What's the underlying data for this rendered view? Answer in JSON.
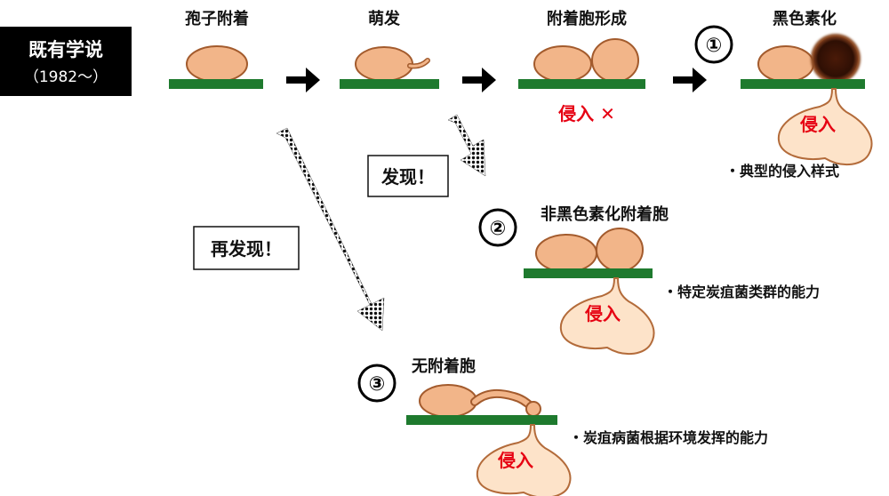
{
  "legacy_box": {
    "line1": "既有学说",
    "line2": "（1982～）"
  },
  "stages": [
    {
      "title": "孢子附着"
    },
    {
      "title": "萌发"
    },
    {
      "title": "附着胞形成",
      "note": "侵入 ✕"
    },
    {
      "marker": "①",
      "title": "黑色素化",
      "note": "・典型的侵入样式"
    }
  ],
  "branch2": {
    "marker": "②",
    "title": "非黑色素化附着胞",
    "note": "・特定炭疽菌类群的能力"
  },
  "branch3": {
    "marker": "③",
    "title": "无附着胞",
    "note": "・炭疽病菌根据环境发挥的能力"
  },
  "invasion_label": "侵入",
  "discover_labels": {
    "found": "发现！",
    "refound": "再发现！"
  },
  "colors": {
    "spore_fill": "#f2b589",
    "spore_stroke": "#a35b2d",
    "leaf": "#1e7a2e",
    "melanin": "#3a1405",
    "invasion_fill": "#fde3c9",
    "accent_red": "#e60012",
    "legacy_bg": "#000000"
  }
}
